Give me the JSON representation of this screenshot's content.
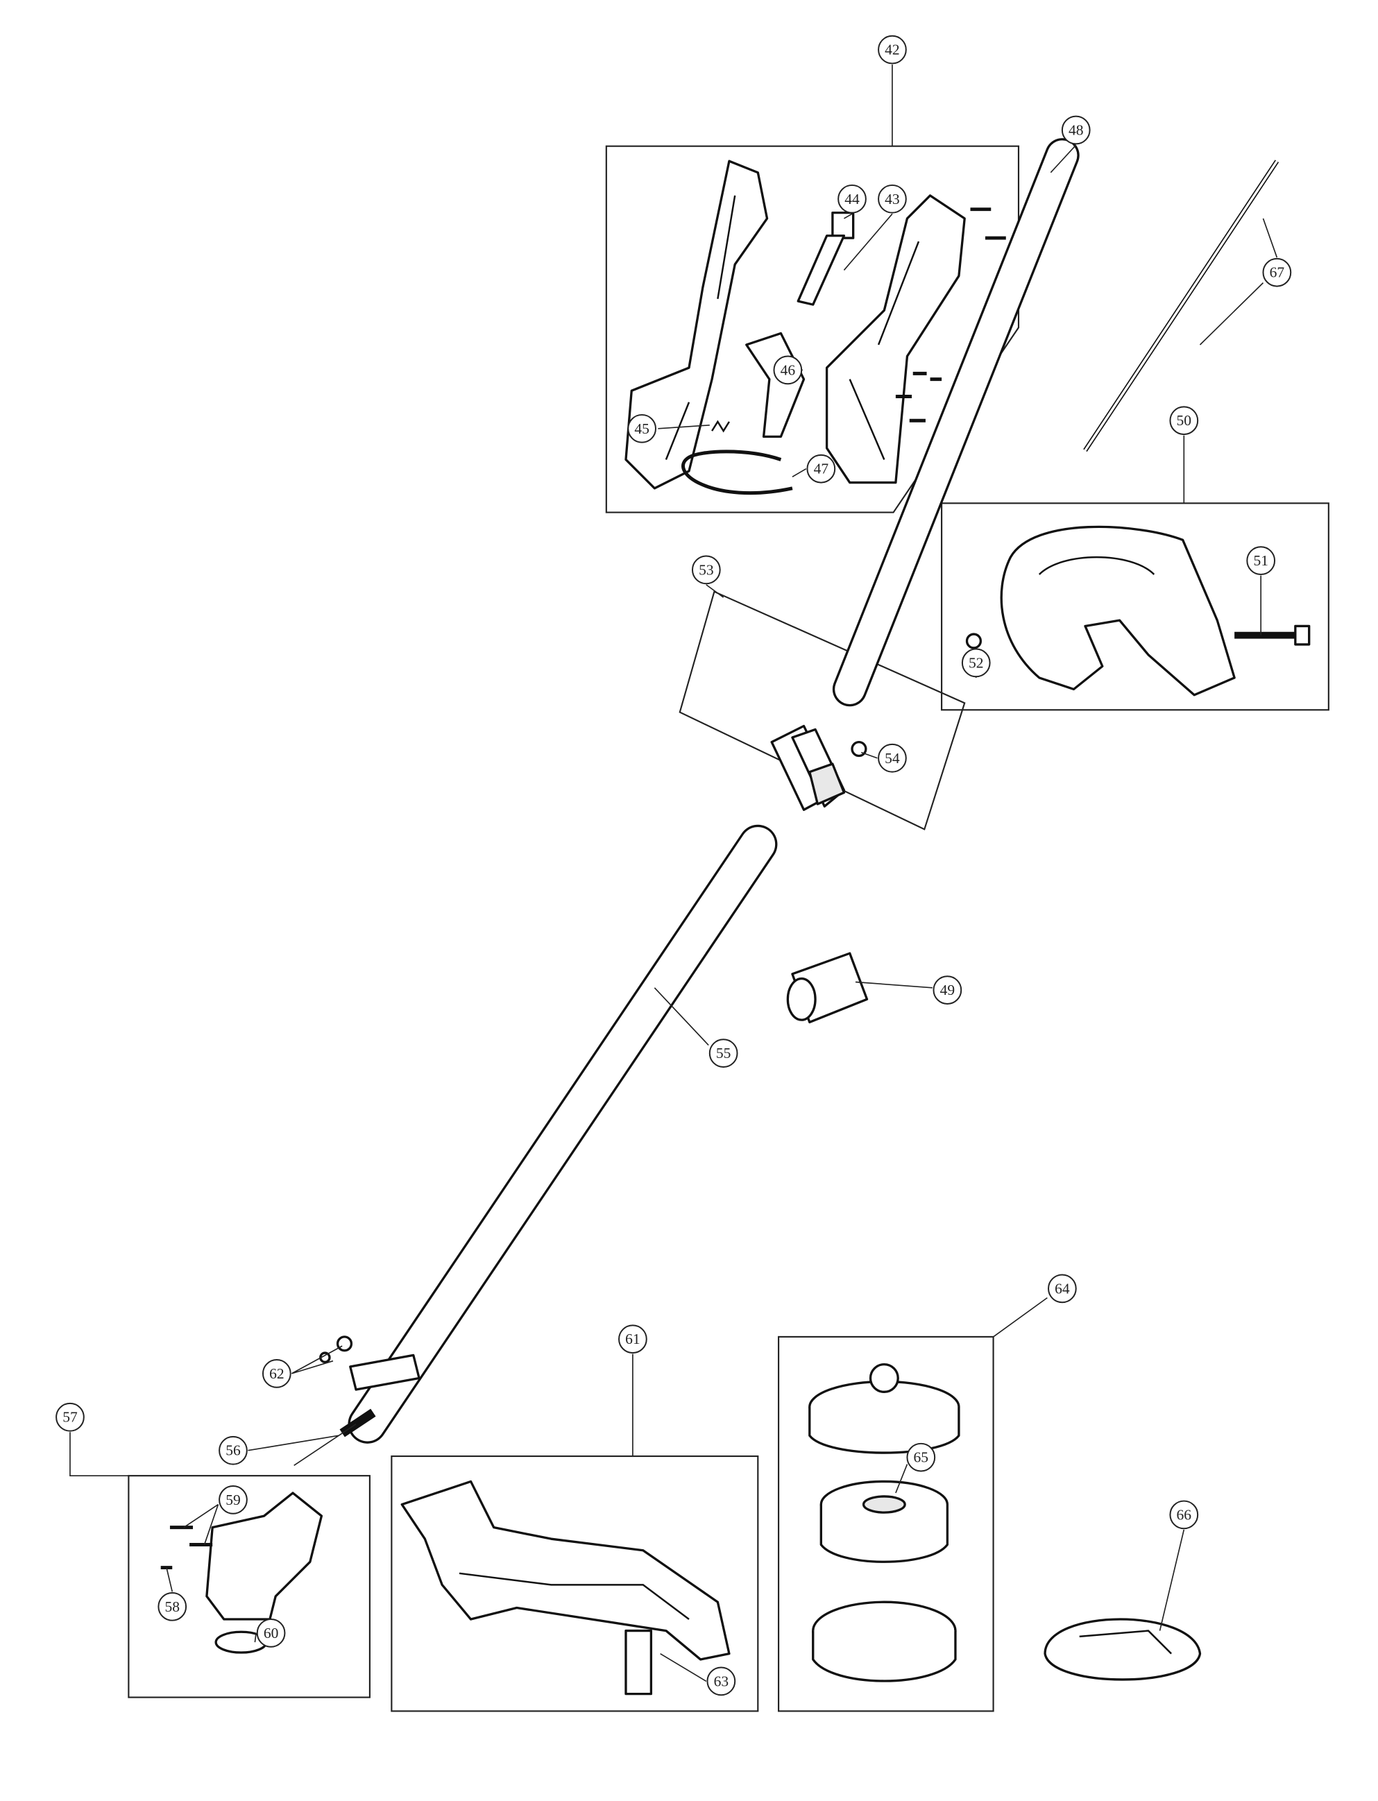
{
  "diagram": {
    "type": "exploded parts diagram",
    "callouts": [
      "42",
      "43",
      "44",
      "45",
      "46",
      "47",
      "48",
      "49",
      "50",
      "51",
      "52",
      "53",
      "54",
      "55",
      "56",
      "57",
      "58",
      "59",
      "60",
      "61",
      "62",
      "63",
      "64",
      "65",
      "66",
      "67"
    ]
  }
}
